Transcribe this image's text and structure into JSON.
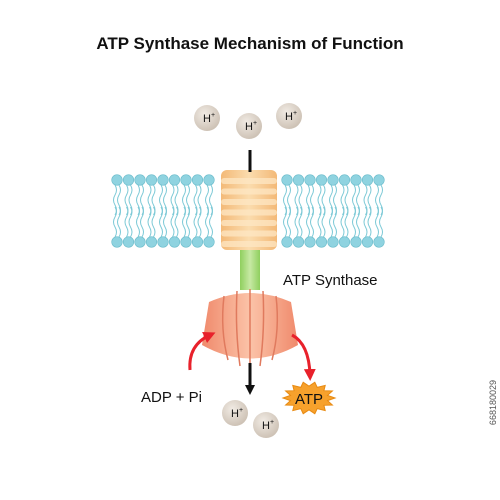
{
  "title": "ATP Synthase Mechanism of Function",
  "labels": {
    "enzyme": "ATP Synthase",
    "substrate": "ADP + Pi",
    "product": "ATP",
    "proton": "H",
    "proton_charge": "+"
  },
  "side_text": "668180029",
  "colors": {
    "lipid_head": "#8fd3e0",
    "lipid_tail": "#7cc9d6",
    "channel": "#f7c98f",
    "stalk": "#a6d97a",
    "head": "#f59d80",
    "proton": "#d6ccc2",
    "arrow_red": "#e8212b",
    "atp_burst": "#f7a12c"
  }
}
